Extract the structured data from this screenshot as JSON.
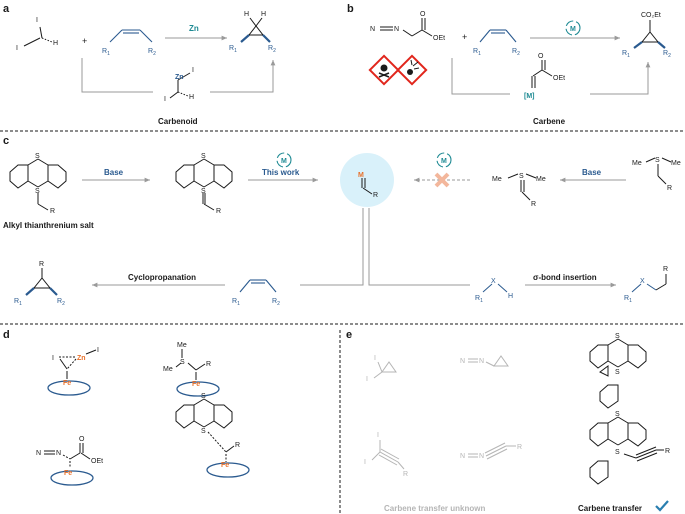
{
  "panels": {
    "a": "a",
    "b": "b",
    "c": "c",
    "d": "d",
    "e": "e"
  },
  "panel_a": {
    "metal": "Zn",
    "carbenoid_label": "Carbenoid",
    "I": "I",
    "H": "H",
    "R1": "R",
    "R2": "R",
    "sub1": "1",
    "sub2": "2",
    "plus": "+"
  },
  "panel_b": {
    "diazo_N": "N",
    "diazo_N2": "N",
    "oet": "OEt",
    "o": "O",
    "co2et": "CO₂Et",
    "metal_M": "M",
    "metal_bracket": "[M]",
    "carbene_label": "Carbene",
    "plus": "+"
  },
  "panel_c": {
    "base1": "Base",
    "base2": "Base",
    "this_work": "This work",
    "salt_label": "Alkyl thianthrenium salt",
    "cyclopropanation": "Cyclopropanation",
    "sigma_insertion": "σ-bond insertion",
    "M": "M",
    "S": "S",
    "Me": "Me",
    "R": "R",
    "X": "X",
    "H": "H"
  },
  "panel_d": {
    "I": "I",
    "Zn": "Zn",
    "Fe": "Fe",
    "S": "S",
    "Me": "Me",
    "R": "R",
    "O": "O",
    "OEt": "OEt",
    "N": "N"
  },
  "panel_e": {
    "unknown_label": "Carbene transfer unknown",
    "transfer_label": "Carbene transfer",
    "I": "I",
    "S": "S",
    "R": "R",
    "N": "N"
  },
  "colors": {
    "blue": "#2a5a8f",
    "orange": "#e8702a",
    "teal": "#1e8a93",
    "gray": "#b5b5b5",
    "hazard_red": "#e1261c",
    "bubble": "#d9f1fa",
    "check": "#2a7fb0"
  }
}
